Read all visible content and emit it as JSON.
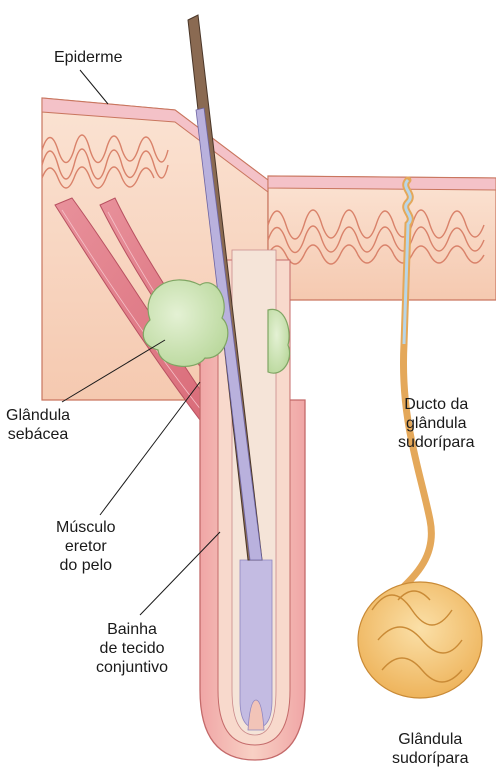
{
  "labels": {
    "epiderme": "Epiderme",
    "ducto": "Ducto da\nglândula\nsudorípara",
    "sebacea": "Glândula\nsebácea",
    "musculo": "Músculo\neretor\ndo pelo",
    "bainha": "Bainha\nde tecido\nconjuntivo",
    "sudoripara": "Glândula\nsudorípara"
  },
  "colors": {
    "skin_fill": "#f7d3bf",
    "skin_line": "#d9826a",
    "epidermis_band": "#f4c2c8",
    "dermis_pattern": "#f1b89c",
    "hair_shaft": "#8a6a52",
    "follicle_pink": "#f2b3b3",
    "follicle_inner": "#f6d6c8",
    "hair_purple": "#b9b1dd",
    "sebaceous_green": "#cfe6b8",
    "muscle_red": "#e07f8a",
    "gland_yellow": "#f3c77a",
    "duct_blue": "#b8d6e8",
    "leader_line": "#1a1a1a"
  }
}
